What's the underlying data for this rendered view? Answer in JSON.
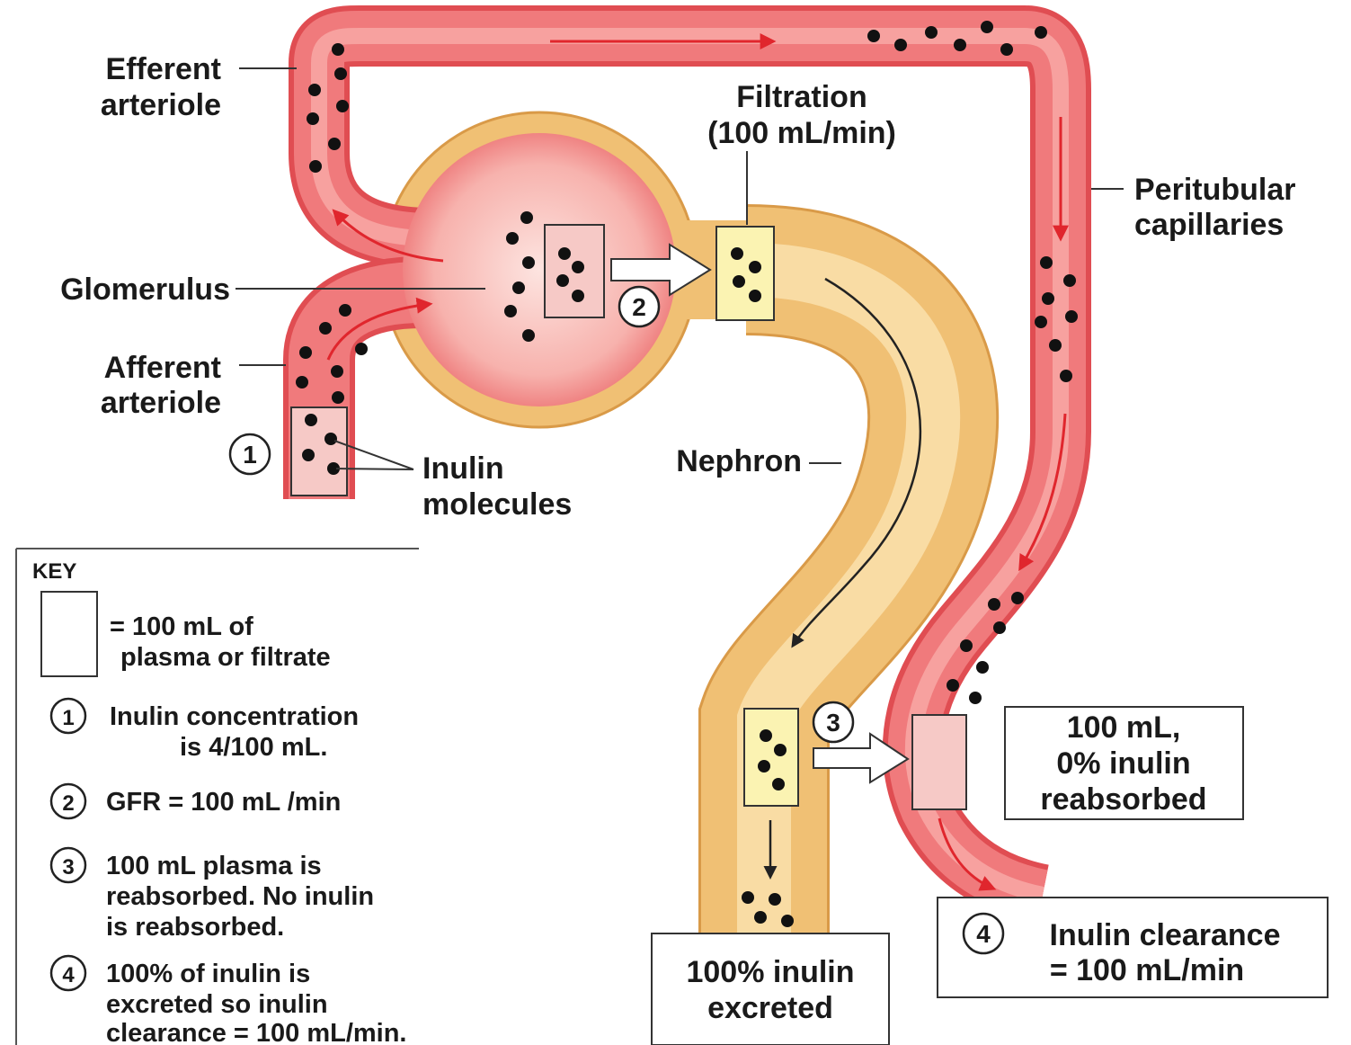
{
  "labels": {
    "efferent_line1": "Efferent",
    "efferent_line2": "arteriole",
    "filtration_line1": "Filtration",
    "filtration_line2": "(100 mL/min)",
    "peritubular_line1": "Peritubular",
    "peritubular_line2": "capillaries",
    "glomerulus": "Glomerulus",
    "afferent_line1": "Afferent",
    "afferent_line2": "arteriole",
    "inulin_line1": "Inulin",
    "inulin_line2": "molecules",
    "nephron": "Nephron"
  },
  "step_numbers": [
    "1",
    "2",
    "3",
    "4"
  ],
  "boxes": {
    "excreted_line1": "100% inulin",
    "excreted_line2": "excreted",
    "reabsorbed_line1": "100 mL,",
    "reabsorbed_line2": "0% inulin",
    "reabsorbed_line3": "reabsorbed",
    "clearance_line1": "Inulin clearance",
    "clearance_line2": "= 100 mL/min"
  },
  "key": {
    "title": "KEY",
    "box_line1": "= 100 mL of",
    "box_line2": "plasma or filtrate",
    "item1_line1": "Inulin concentration",
    "item1_line2": "is 4/100 mL.",
    "item2_line1": "GFR = 100 mL /min",
    "item3_line1": "100 mL plasma is",
    "item3_line2": "reabsorbed. No inulin",
    "item3_line3": "is reabsorbed.",
    "item4_line1": "100% of inulin is",
    "item4_line2": "excreted so inulin",
    "item4_line3": "clearance = 100 mL/min."
  },
  "colors": {
    "vessel": "#ec5f63",
    "vessel_light": "#f6a7a4",
    "tubule": "#f0c074",
    "tubule_light": "#fbe2b0",
    "plasma_box": "#f6c9c6",
    "filtrate_box": "#fbf3b2",
    "arrow_red": "#e0262d"
  }
}
